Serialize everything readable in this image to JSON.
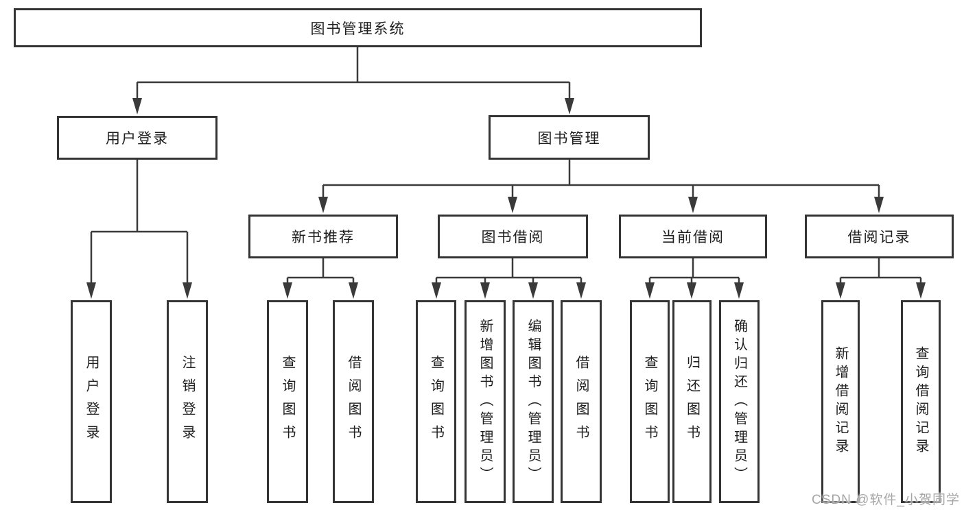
{
  "diagram": {
    "root": {
      "label": "图书管理系统"
    },
    "level2": [
      {
        "label": "用户登录"
      },
      {
        "label": "图书管理"
      }
    ],
    "level3": [
      {
        "label": "新书推荐"
      },
      {
        "label": "图书借阅"
      },
      {
        "label": "当前借阅"
      },
      {
        "label": "借阅记录"
      }
    ],
    "leaves": {
      "user_login": [
        "用户登录",
        "注销登录"
      ],
      "new_book": [
        "查询图书",
        "借阅图书"
      ],
      "book_borrow": [
        "查询图书",
        "新增图书（管理员）",
        "编辑图书（管理员）",
        "借阅图书"
      ],
      "current_borrow": [
        "查询图书",
        "归还图书",
        "确认归还（管理员）"
      ],
      "borrow_record": [
        "新增借阅记录",
        "查询借阅记录"
      ]
    }
  },
  "watermark": {
    "text": "CSDN @软件_小贺同学"
  },
  "colors": {
    "line": "#3a3a3a",
    "border": "#343434",
    "text": "#1f1f1f",
    "watermark": "#a6a6a6",
    "background": "#ffffff"
  }
}
